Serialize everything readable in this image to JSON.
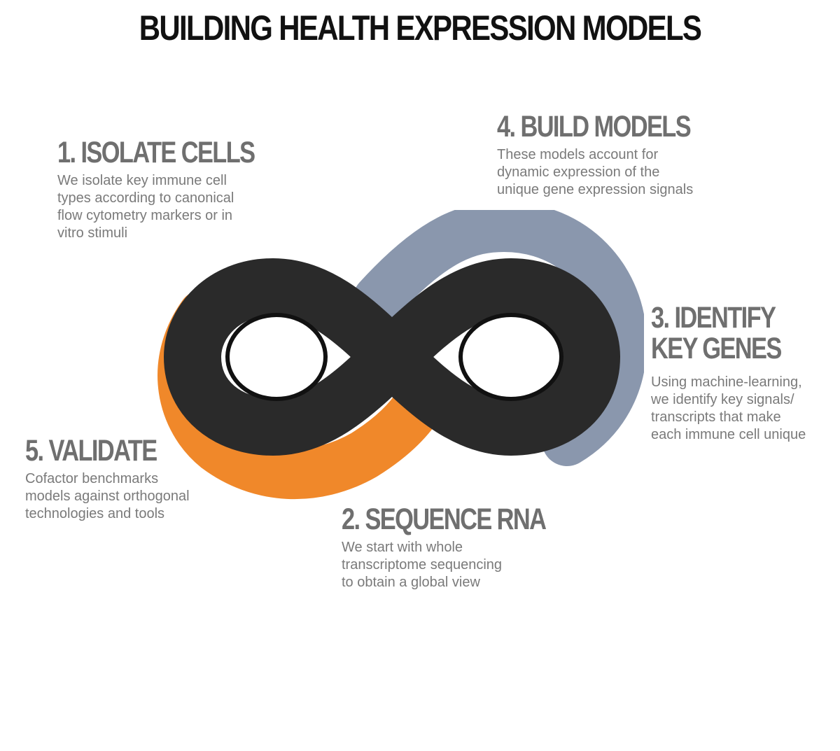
{
  "title": "BUILDING HEALTH EXPRESSION MODELS",
  "colors": {
    "loop": "#2a2a2a",
    "orange": "#f0882a",
    "blue_gray": "#8a97ad",
    "heading": "#6f6f6f",
    "body": "#7a7a7a"
  },
  "steps": {
    "isolate": {
      "heading": "1. ISOLATE CELLS",
      "body": [
        "We isolate key immune cell",
        "types according to canonical",
        "flow cytometry markers or in",
        "vitro stimuli"
      ]
    },
    "sequence": {
      "heading": "2. SEQUENCE RNA",
      "body": [
        "We start with whole",
        "transcriptome sequencing",
        "to obtain a global view"
      ]
    },
    "identify": {
      "heading": [
        "3. IDENTIFY",
        "KEY GENES"
      ],
      "body": [
        "Using machine-learning,",
        "we identify key signals/",
        "transcripts that make",
        "each immune cell unique"
      ]
    },
    "build": {
      "heading": "4. BUILD MODELS",
      "body": [
        "These models account for",
        "dynamic expression of the",
        "unique gene expression signals"
      ]
    },
    "validate": {
      "heading": "5. VALIDATE",
      "body": [
        "Cofactor benchmarks",
        "models against orthogonal",
        "technologies and tools"
      ]
    }
  }
}
